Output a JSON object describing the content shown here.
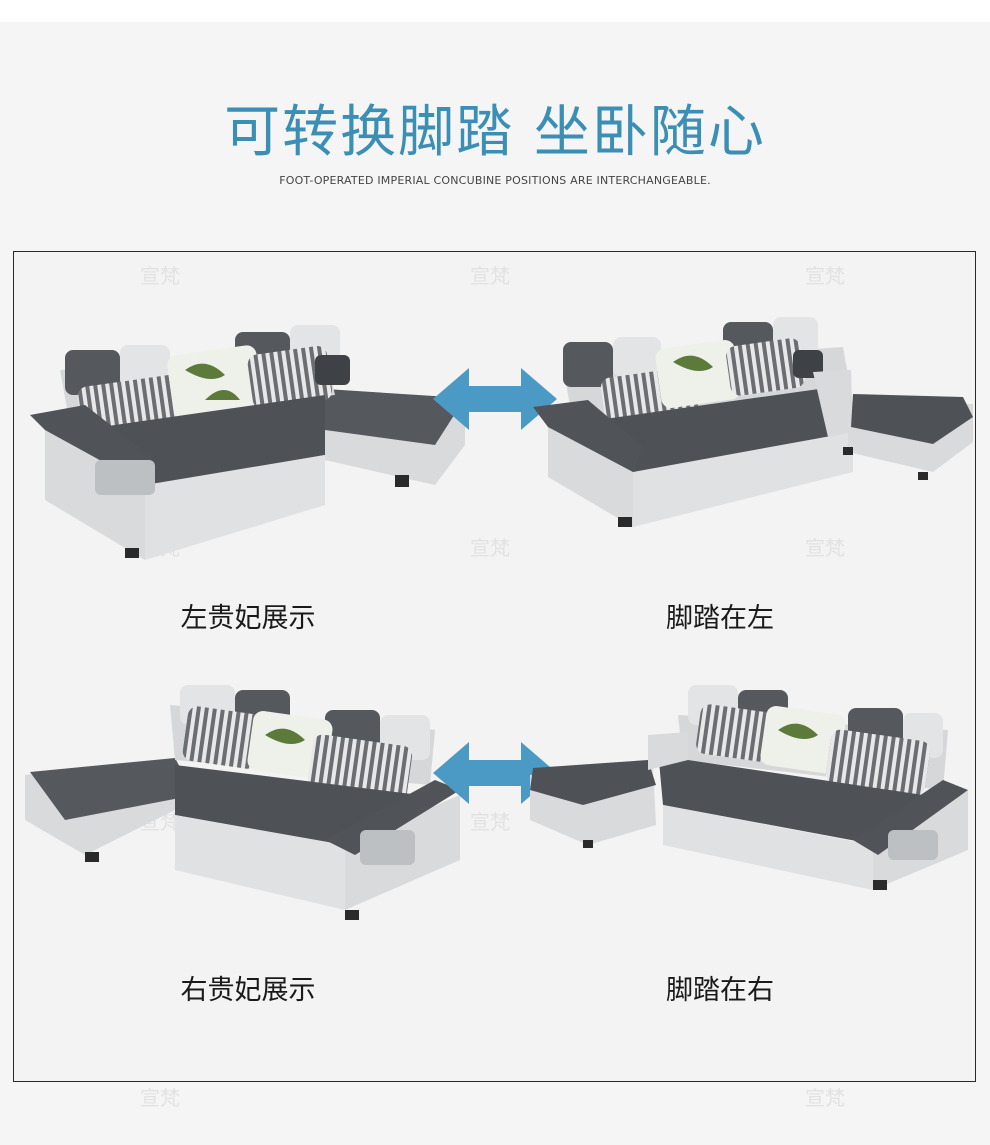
{
  "header": {
    "title": "可转换脚踏 坐卧随心",
    "subtitle": "FOOT-OPERATED IMPERIAL CONCUBINE POSITIONS ARE INTERCHANGEABLE."
  },
  "captions": {
    "top_left": "左贵妃展示",
    "top_right": "脚踏在左",
    "bottom_left": "右贵妃展示",
    "bottom_right": "脚踏在右"
  },
  "watermark": "宣梵",
  "colors": {
    "accent": "#3b8fb4",
    "arrow": "#4a9ac5",
    "fabric_dark": "#5a5d60",
    "fabric_light": "#d9dbdd"
  },
  "icons": {
    "swap": "double-arrow-icon"
  }
}
